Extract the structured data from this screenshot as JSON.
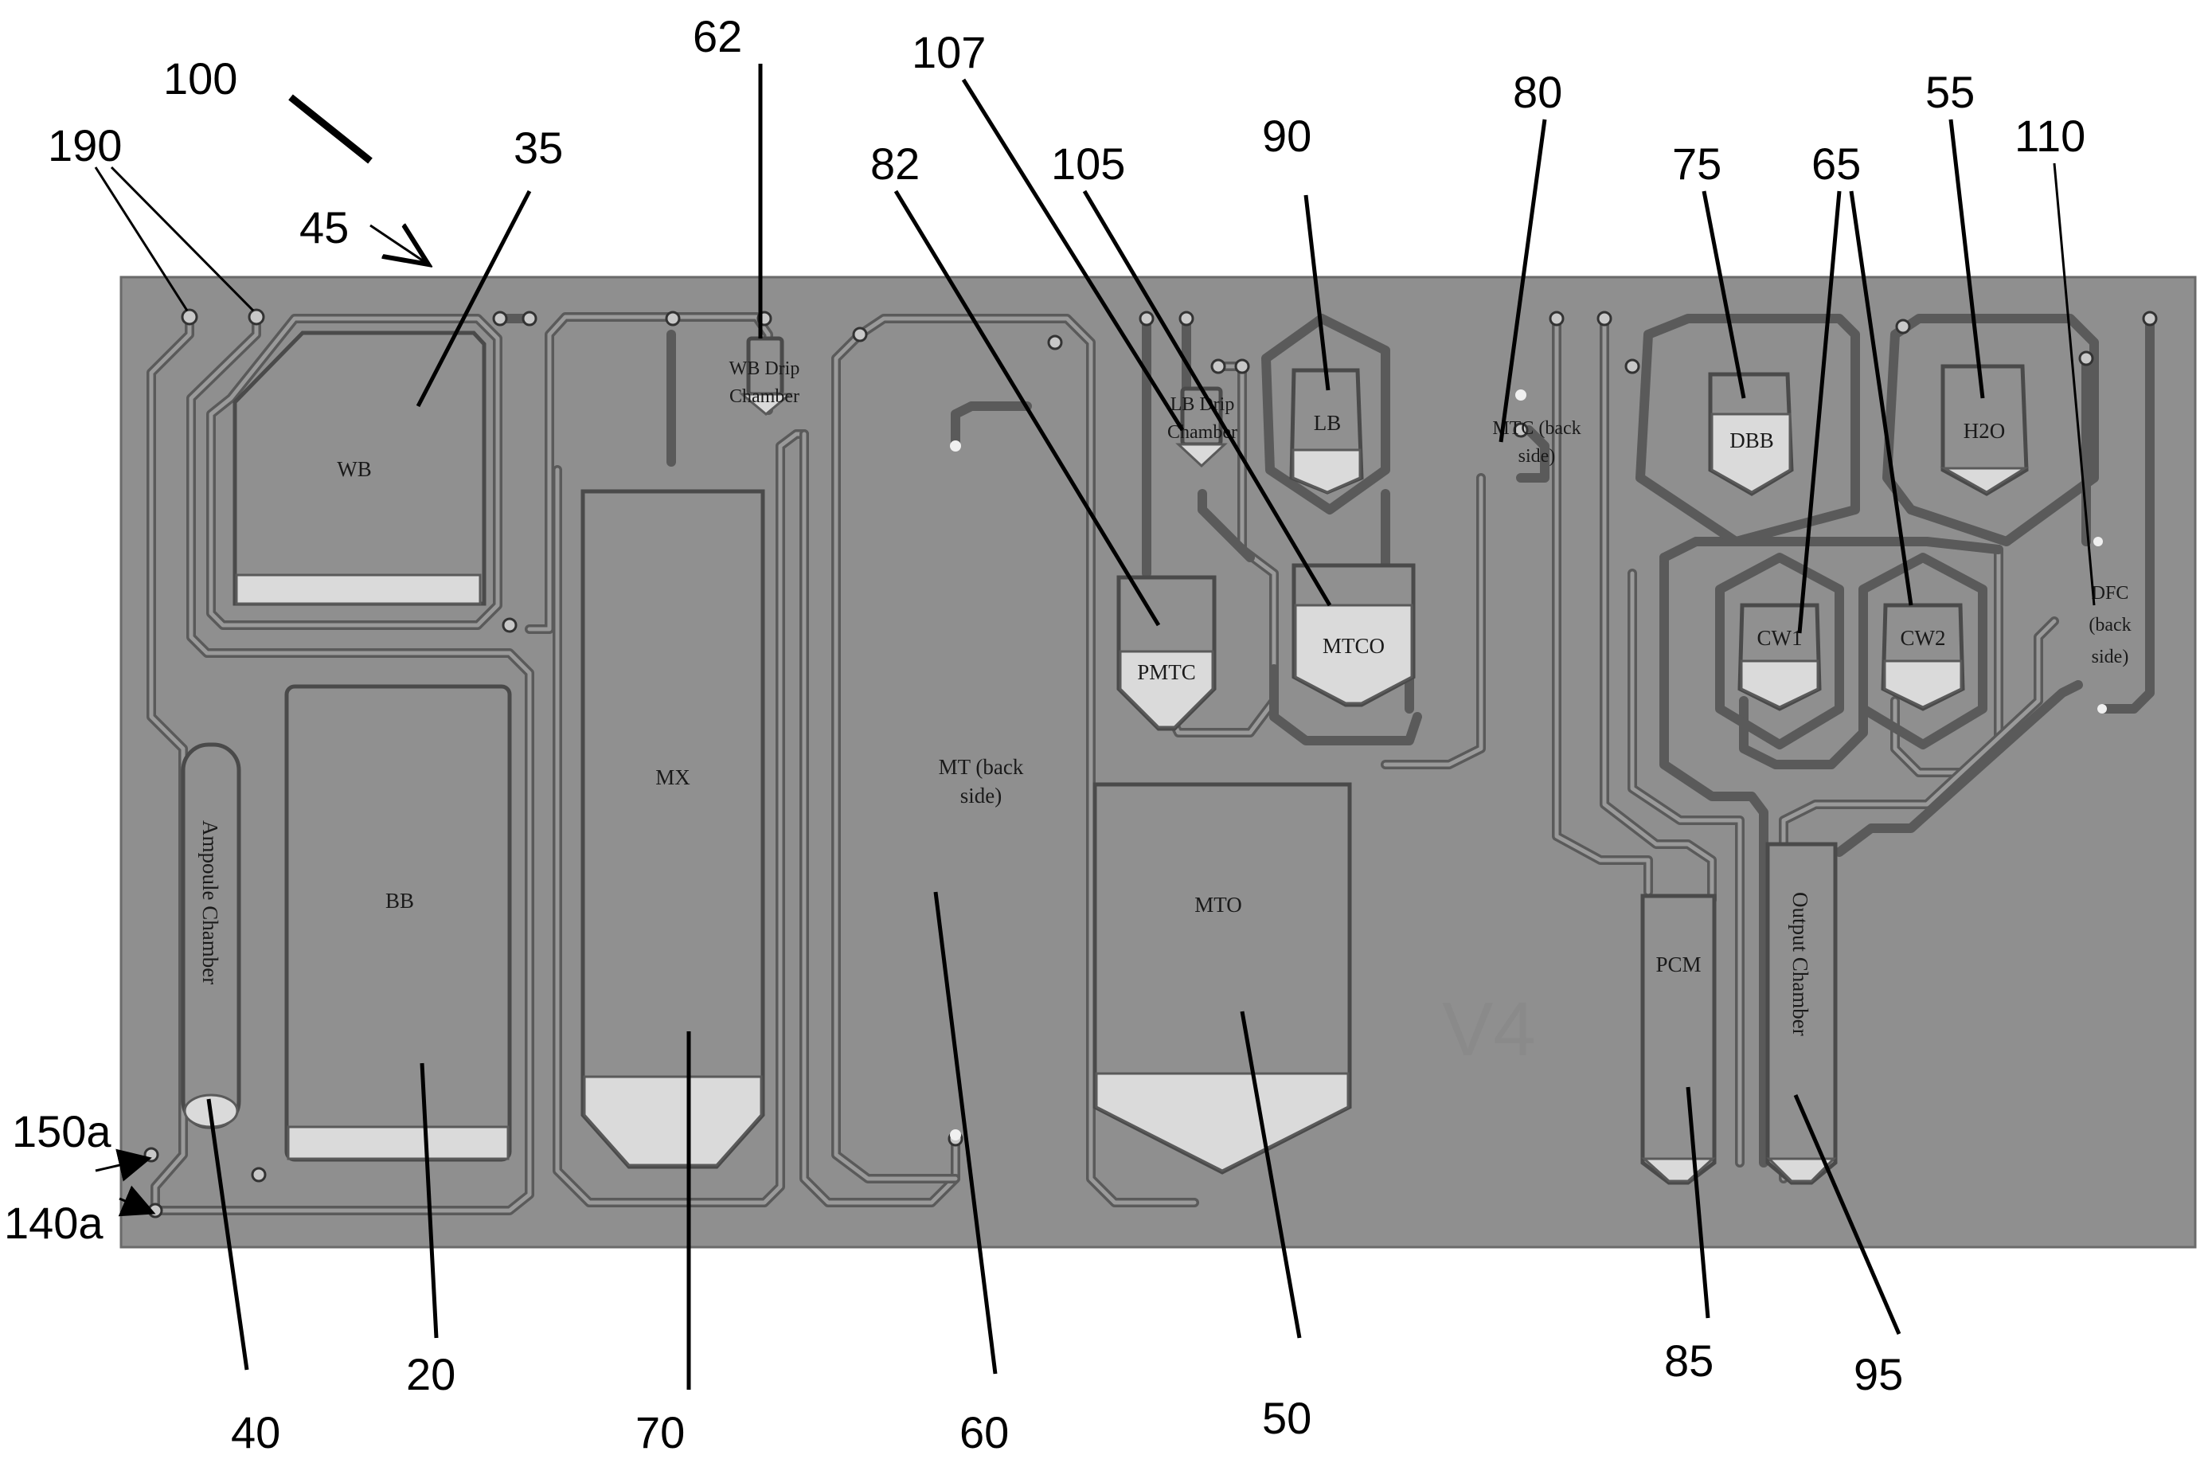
{
  "figure": {
    "refs": {
      "r100": "100",
      "r190": "190",
      "r45": "45",
      "r35": "35",
      "r62": "62",
      "r107": "107",
      "r82": "82",
      "r105": "105",
      "r90": "90",
      "r80": "80",
      "r75": "75",
      "r65": "65",
      "r55": "55",
      "r110": "110",
      "r150a": "150a",
      "r140a": "140a",
      "r40": "40",
      "r20": "20",
      "r70": "70",
      "r60": "60",
      "r50": "50",
      "r85": "85",
      "r95": "95"
    },
    "chambers": {
      "wb": "WB",
      "wb_drip_1": "WB Drip",
      "wb_drip_2": "Chamber",
      "ampoule": "Ampoule Chamber",
      "bb": "BB",
      "mx": "MX",
      "mt_1": "MT (back",
      "mt_2": "side)",
      "lb_drip_1": "LB Drip",
      "lb_drip_2": "Chamber",
      "lb": "LB",
      "pmtc": "PMTC",
      "mtco": "MTCO",
      "mtc_1": "MTC (back",
      "mtc_2": "side)",
      "mto": "MTO",
      "dbb": "DBB",
      "h2o": "H2O",
      "cw1": "CW1",
      "cw2": "CW2",
      "dfc_1": "DFC",
      "dfc_2": "(back",
      "dfc_3": "side)",
      "pcm": "PCM",
      "output": "Output Chamber"
    },
    "version_mark": "V4",
    "colors": {
      "card": "#8f8f8f",
      "channel": "#5a5a5a",
      "liquid": "#dadada"
    }
  }
}
